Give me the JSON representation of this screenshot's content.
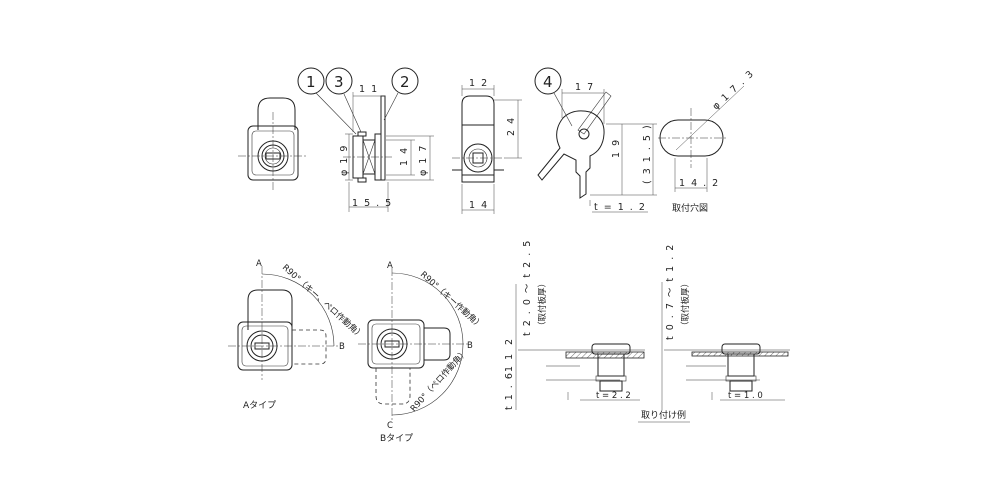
{
  "callouts": [
    "1",
    "3",
    "2",
    "4"
  ],
  "dims": {
    "d11": "1 1",
    "d12": "1 2",
    "d17": "1 7",
    "d24": "2 4",
    "phi19": "φ 1 9",
    "d14_a": "1 4",
    "phi17": "φ 1 7",
    "d155": "1 5 . 5",
    "d14_b": "1 4",
    "d19": "1 9",
    "d315": "( 3 1 . 5 )",
    "phi173": "φ 1 7 . 3",
    "d142": "1 4 . 2",
    "t12": "t = 1 . 2"
  },
  "labels": {
    "mount_hole": "取付穴図",
    "a_type": "Aタイプ",
    "b_type": "Bタイプ",
    "mount_example": "取り付け例",
    "A1": "A",
    "B1": "B",
    "A2": "A",
    "B2": "B",
    "C2": "C",
    "r90_a": "R90°（キー、ペロ作動角）",
    "r90_b1": "R90°（キー作動角）",
    "r90_b2": "R90°（ペロ作動角）",
    "thick1": "t 2 . 0 ～ t 2 . 5",
    "thick1_sub": "（取付板厚）",
    "thick2": "t 0 . 7 ～ t 1 . 2",
    "thick2_sub": "（取付板厚）",
    "v2": "2",
    "v11": "1 1",
    "t16": "t 1 . 6",
    "t22": "t = 2 . 2",
    "t10": "t = 1 . 0"
  }
}
